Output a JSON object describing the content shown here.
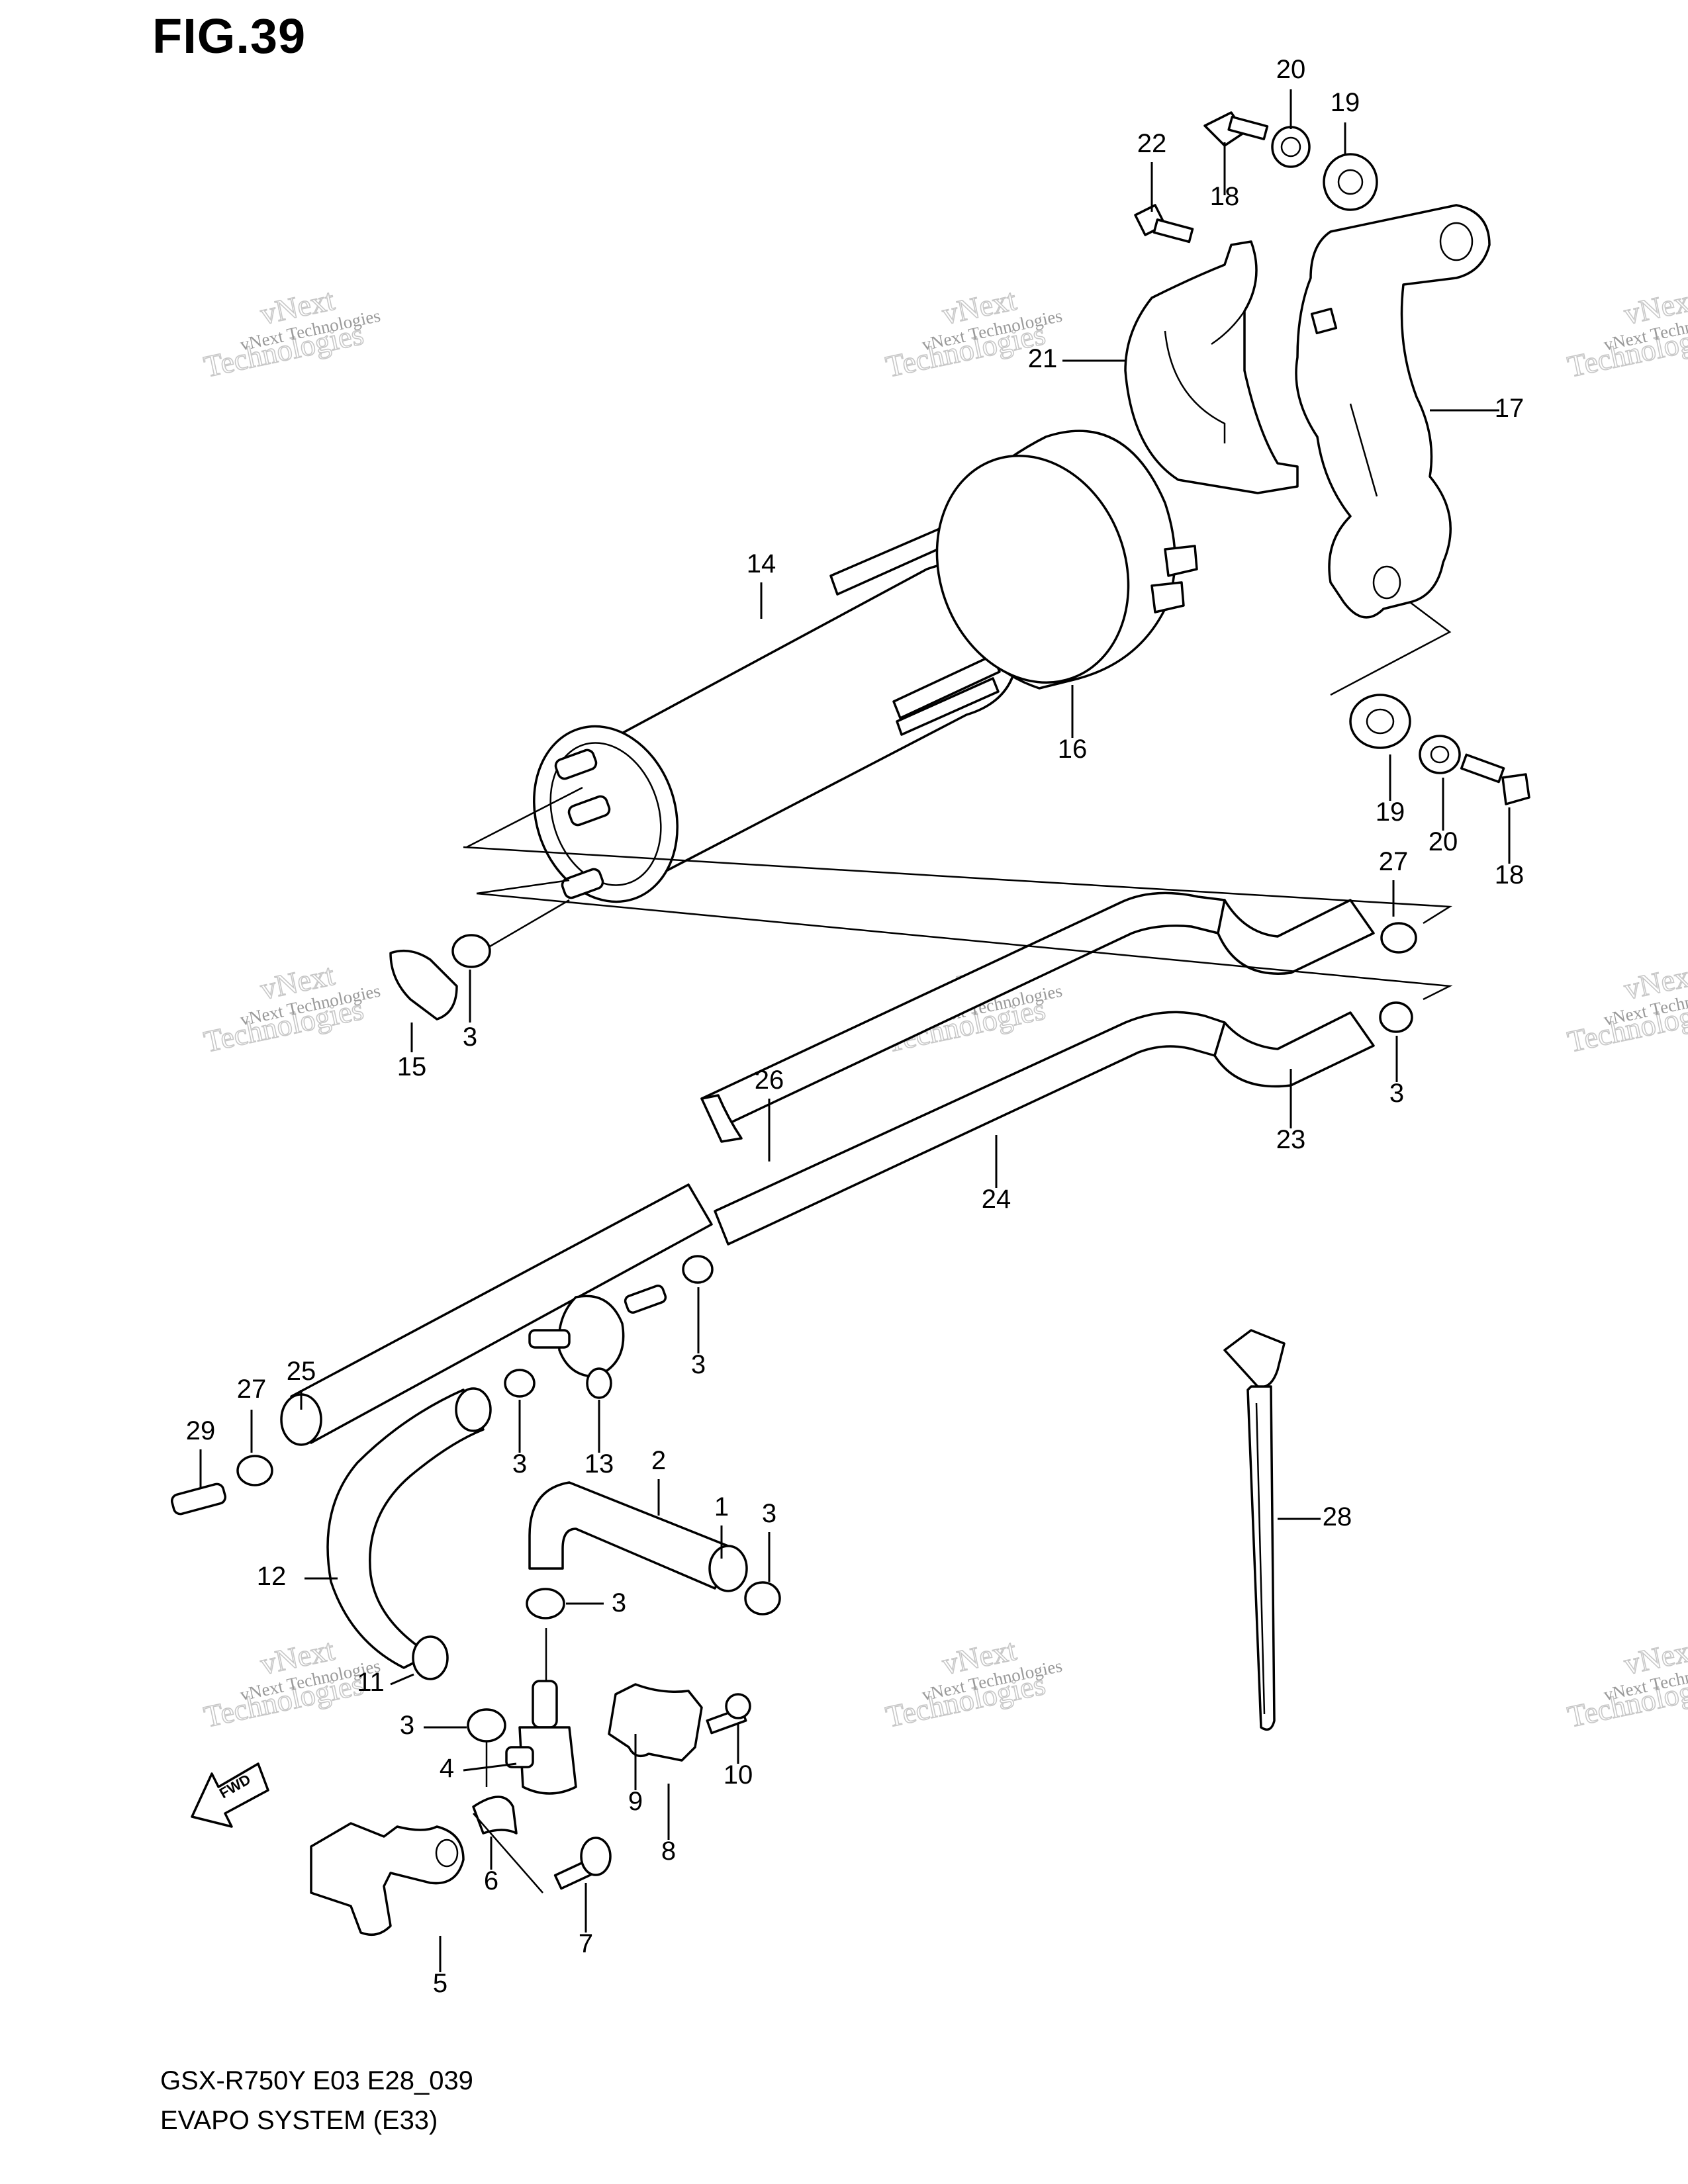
{
  "figure": {
    "title": "FIG.39"
  },
  "footer": {
    "code": "GSX-R750Y E03 E28_039",
    "system": "EVAPO SYSTEM (E33)"
  },
  "badge": {
    "fwd_label": "FWD"
  },
  "watermark": {
    "line1": "vNext",
    "line2": "Technologies",
    "caption": "vNext Technologies"
  },
  "callouts": [
    {
      "id": "c20a",
      "label": "20"
    },
    {
      "id": "c19a",
      "label": "19"
    },
    {
      "id": "c22",
      "label": "22"
    },
    {
      "id": "c18a",
      "label": "18"
    },
    {
      "id": "c21",
      "label": "21"
    },
    {
      "id": "c17",
      "label": "17"
    },
    {
      "id": "c14",
      "label": "14"
    },
    {
      "id": "c16",
      "label": "16"
    },
    {
      "id": "c19b",
      "label": "19"
    },
    {
      "id": "c20b",
      "label": "20"
    },
    {
      "id": "c18b",
      "label": "18"
    },
    {
      "id": "c27a",
      "label": "27"
    },
    {
      "id": "c3a",
      "label": "3"
    },
    {
      "id": "c15",
      "label": "15"
    },
    {
      "id": "c3b",
      "label": "3"
    },
    {
      "id": "c26",
      "label": "26"
    },
    {
      "id": "c23",
      "label": "23"
    },
    {
      "id": "c24",
      "label": "24"
    },
    {
      "id": "c3c",
      "label": "3"
    },
    {
      "id": "c25",
      "label": "25"
    },
    {
      "id": "c27b",
      "label": "27"
    },
    {
      "id": "c29",
      "label": "29"
    },
    {
      "id": "c3d",
      "label": "3"
    },
    {
      "id": "c13",
      "label": "13"
    },
    {
      "id": "c2",
      "label": "2"
    },
    {
      "id": "c1",
      "label": "1"
    },
    {
      "id": "c3e",
      "label": "3"
    },
    {
      "id": "c28",
      "label": "28"
    },
    {
      "id": "c12",
      "label": "12"
    },
    {
      "id": "c3f",
      "label": "3"
    },
    {
      "id": "c11",
      "label": "11"
    },
    {
      "id": "c3g",
      "label": "3"
    },
    {
      "id": "c4",
      "label": "4"
    },
    {
      "id": "c9",
      "label": "9"
    },
    {
      "id": "c10",
      "label": "10"
    },
    {
      "id": "c8",
      "label": "8"
    },
    {
      "id": "c6",
      "label": "6"
    },
    {
      "id": "c7",
      "label": "7"
    },
    {
      "id": "c5",
      "label": "5"
    }
  ]
}
